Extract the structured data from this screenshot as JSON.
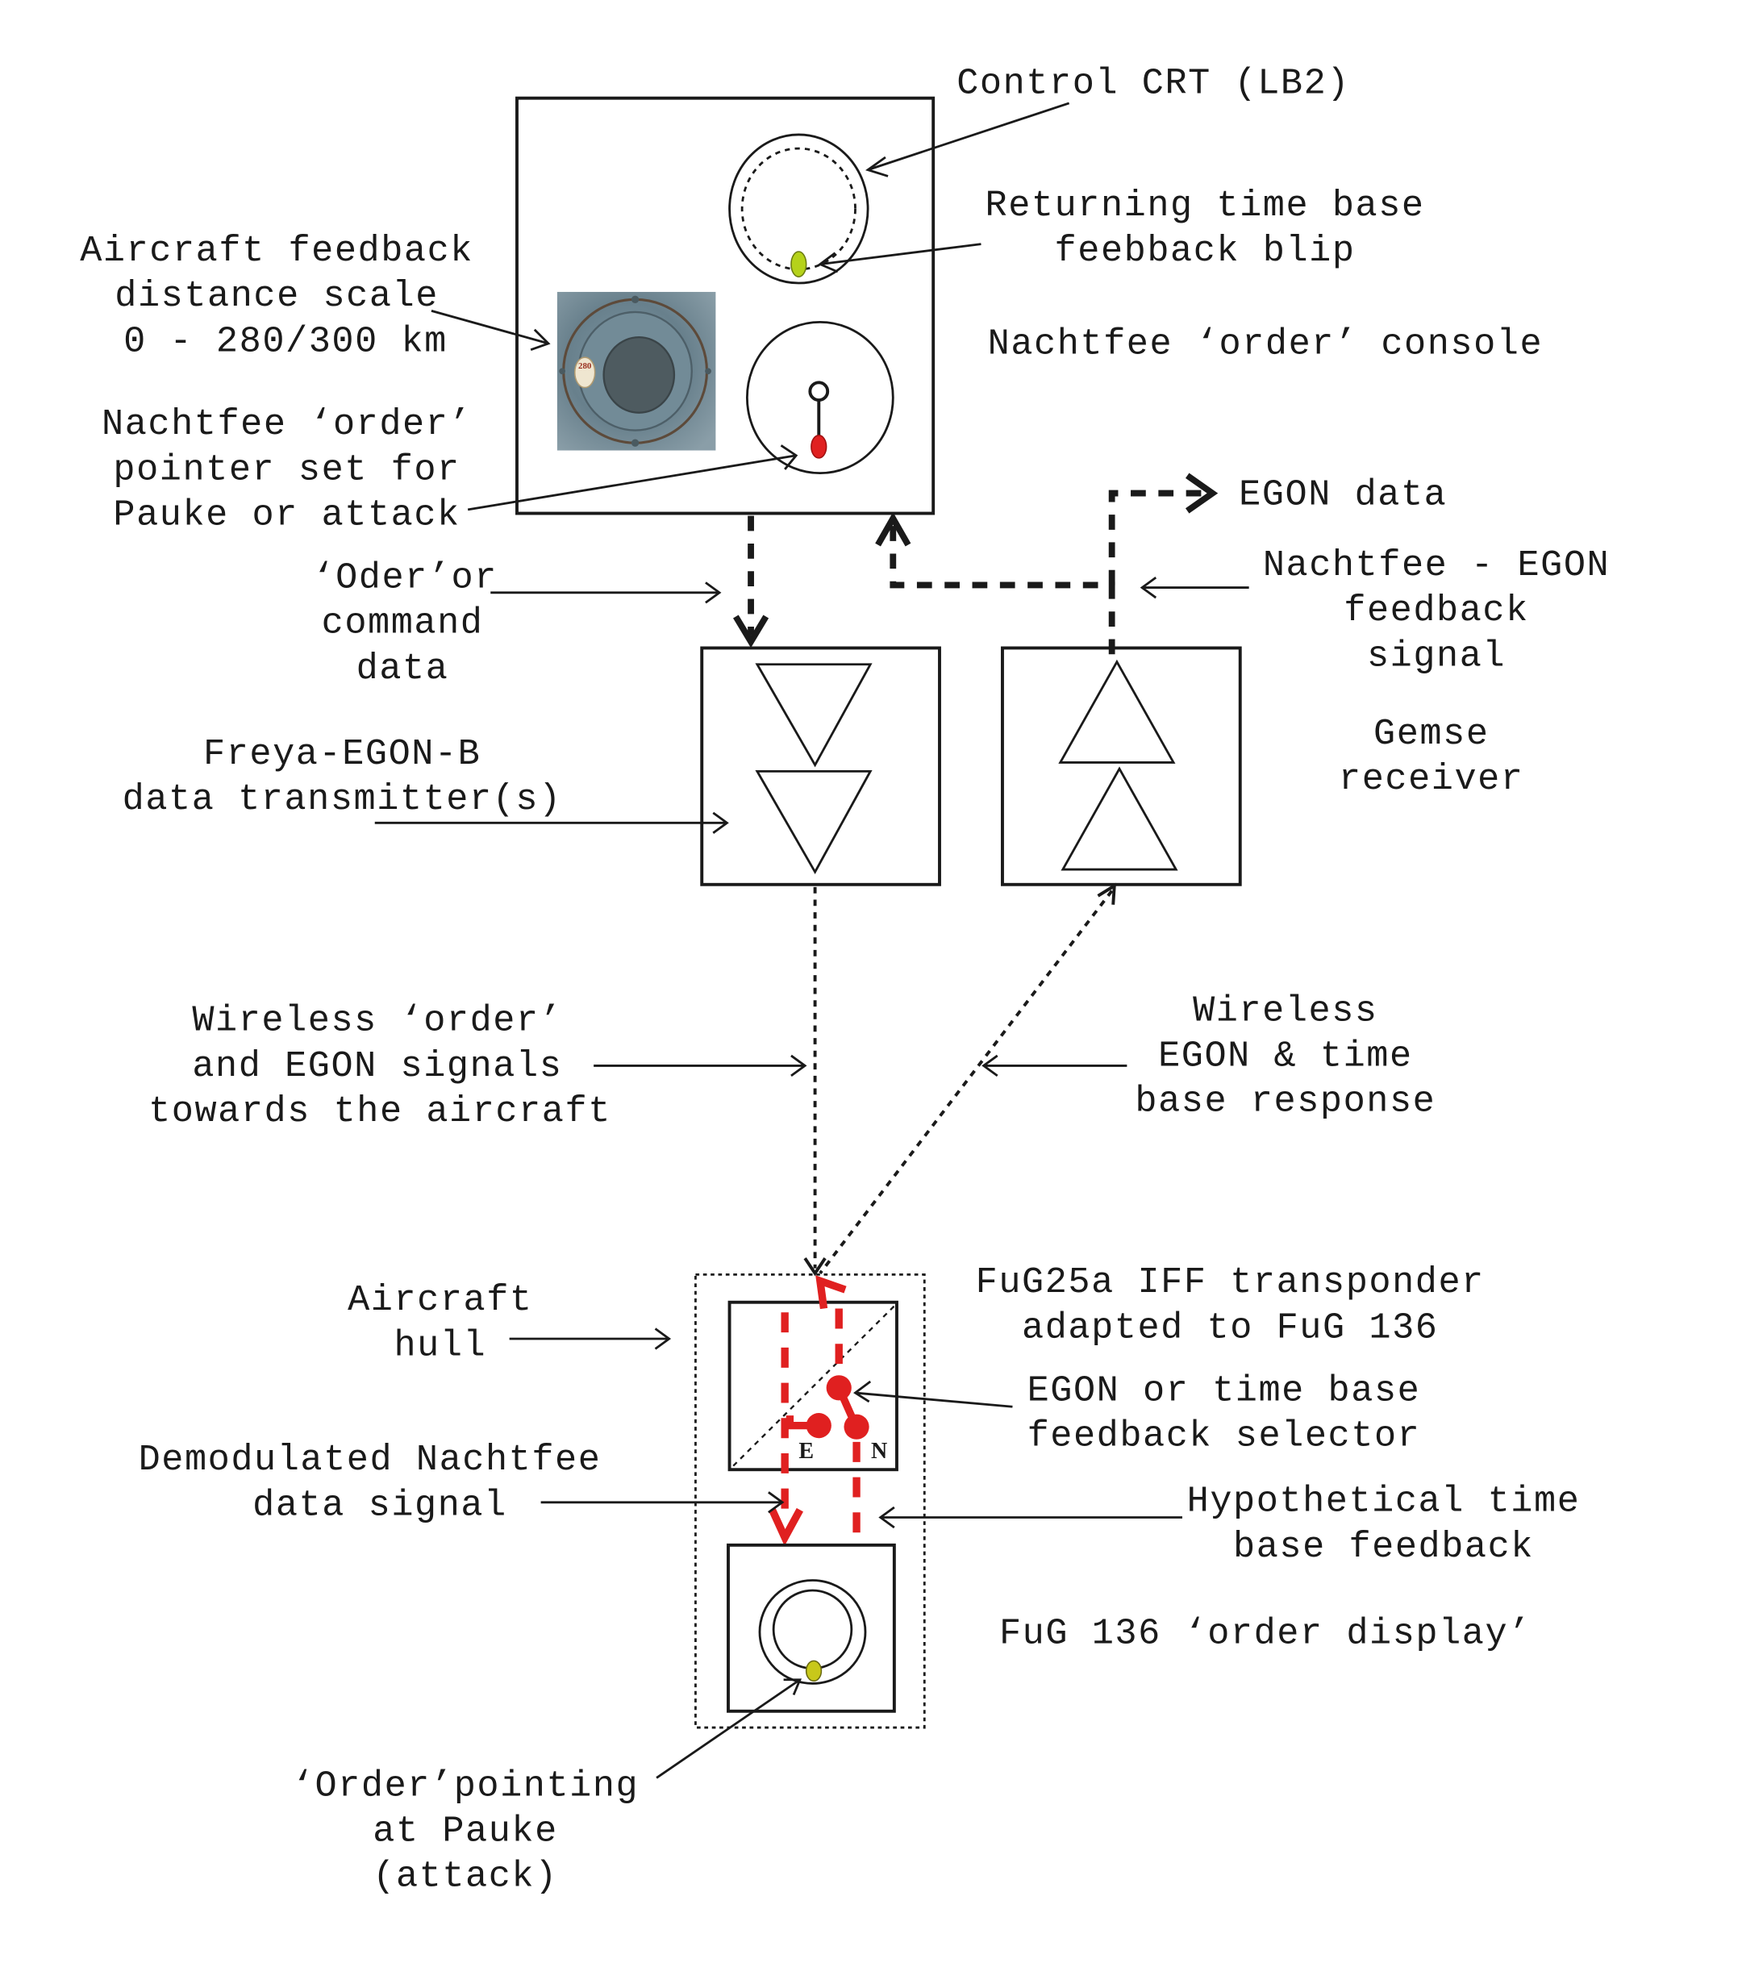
{
  "title": "Nachtfee order console and FuG 136 order display signal diagram",
  "colors": {
    "line": "#1a1a1a",
    "red_signal": "#e02020",
    "blip_green": "#b5d21a",
    "order_display_blip": "#c8c81a",
    "pointer_red": "#e02020",
    "photo_blue_grey": "#6b8591"
  },
  "labels": {
    "control_crt": "Control CRT (LB2)",
    "returning_blip": [
      "Returning time base",
      "feebback blip"
    ],
    "order_console": "Nachtfee ‘order’ console",
    "distance_scale": [
      "Aircraft feedback",
      "distance scale",
      "0 - 280/300 km"
    ],
    "order_pointer": [
      "Nachtfee ‘order’",
      "pointer set for",
      "Pauke or attack"
    ],
    "egon_data": "EGON data",
    "oder_command": [
      "‘Oder’or",
      "command",
      "data"
    ],
    "nachtfee_egon_feedback": [
      "Nachtfee - EGON",
      "feedback",
      "signal"
    ],
    "freya_transmitter": [
      "Freya-EGON-B",
      "data transmitter(s)"
    ],
    "gemse_receiver": [
      "Gemse",
      "receiver"
    ],
    "wireless_order": [
      "Wireless ‘order’",
      "and EGON signals",
      "towards the aircraft"
    ],
    "wireless_response": [
      "Wireless",
      "EGON & time",
      "base response"
    ],
    "aircraft_hull": [
      "Aircraft",
      "hull"
    ],
    "fug25a": [
      "FuG25a IFF transponder",
      "adapted to FuG 136"
    ],
    "selector": [
      "EGON or time base",
      "feedback selector"
    ],
    "demodulated": [
      "Demodulated Nachtfee",
      "data signal"
    ],
    "hypothetical": [
      "Hypothetical time",
      "base feedback"
    ],
    "order_display": "FuG 136 ‘order display’",
    "order_pointing": [
      "‘Order’pointing",
      "at Pauke",
      "(attack)"
    ],
    "switch_e": "E",
    "switch_n": "N",
    "scale_plate": "280"
  }
}
